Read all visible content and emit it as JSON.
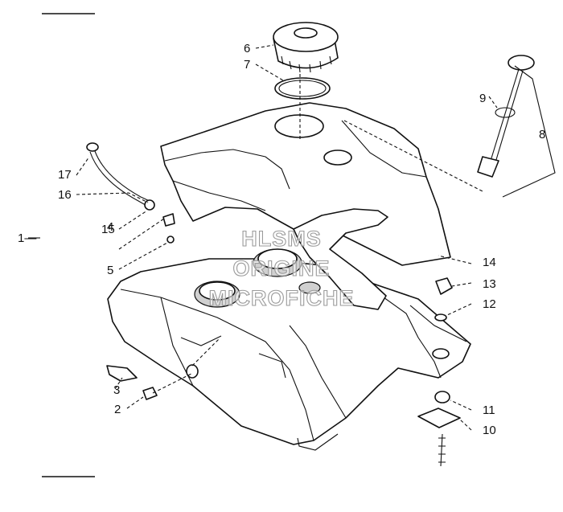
{
  "callouts": {
    "c1": "1—",
    "c2": "2",
    "c3": "3",
    "c4": "4",
    "c5": "5",
    "c6": "6",
    "c7": "7",
    "c8": "8",
    "c9": "9",
    "c10": "10",
    "c11": "11",
    "c12": "12",
    "c13": "13",
    "c14": "14",
    "c15": "15",
    "c16": "16",
    "c17": "17"
  },
  "watermark": {
    "line1": "HLSMS",
    "line2": "ORIGINE",
    "line3": "MICROFICHE"
  }
}
